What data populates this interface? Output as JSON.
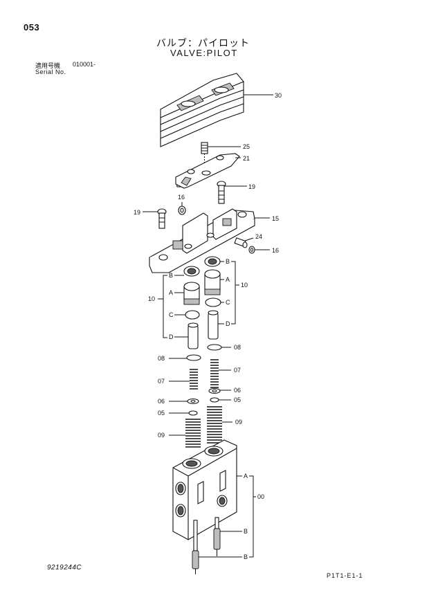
{
  "page_number": "053",
  "title_jp": "バルブ：パイロット",
  "title_en": "VALVE:PILOT",
  "serial": {
    "label_jp": "適用号機",
    "value": "010001-",
    "label_en": "Serial No."
  },
  "drawing_number": "9219244C",
  "page_code": "P1T1-E1-1",
  "callouts": {
    "c30": "30",
    "c25": "25",
    "c21": "21",
    "c19a": "19",
    "c16a": "16",
    "c19b": "19",
    "c15": "15",
    "c24": "24",
    "c16b": "16",
    "b_right": "B",
    "a_right": "A",
    "c_right": "C",
    "d_right": "D",
    "ten_right": "10",
    "b_left": "B",
    "a_left": "A",
    "c_left": "C",
    "d_left": "D",
    "ten_left": "10",
    "c08a": "08",
    "c08b": "08",
    "c07a": "07",
    "c07b": "07",
    "c06a": "06",
    "c06b": "06",
    "c05a": "05",
    "c05b": "05",
    "c09a": "09",
    "c09b": "09",
    "a_body": "A",
    "c00": "00",
    "b_body1": "B",
    "b_body2": "B"
  }
}
